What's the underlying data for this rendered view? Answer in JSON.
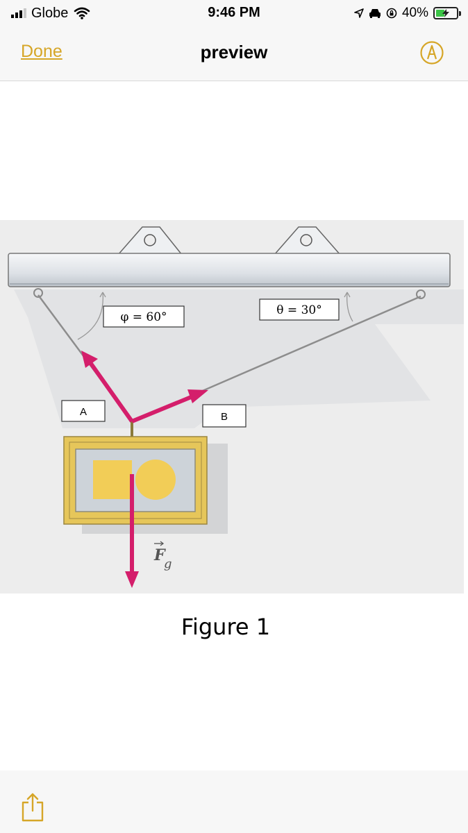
{
  "status_bar": {
    "carrier": "Globe",
    "time": "9:46 PM",
    "battery_percent": "40%",
    "battery_level": 0.4,
    "icons": [
      "signal-bars-icon",
      "wifi-icon",
      "location-arrow-icon",
      "car-icon",
      "lock-rotation-icon",
      "battery-charging-icon"
    ]
  },
  "nav": {
    "done_label": "Done",
    "title": "preview",
    "markup_icon": "markup-pen-icon",
    "accent_color": "#d6a628"
  },
  "figure": {
    "angle_phi_label": "φ = 60°",
    "angle_theta_label": "θ = 30°",
    "label_a": "A",
    "label_b": "B",
    "force_symbol": "F",
    "force_subscript": "g",
    "caption": "Figure 1",
    "arrow_color": "#d41e6b",
    "frame_color": "#e6c65a"
  },
  "bottom_bar": {
    "share_icon": "share-icon"
  }
}
